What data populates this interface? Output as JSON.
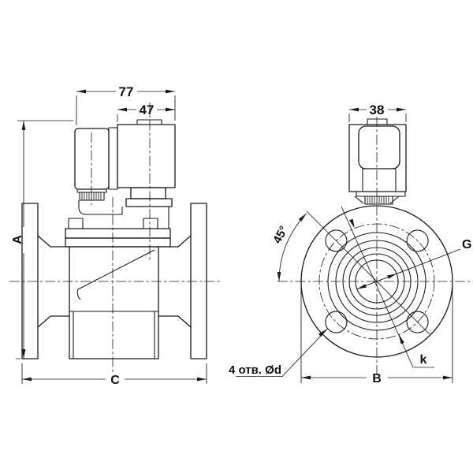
{
  "drawing": {
    "kind": "technical-drawing",
    "subject": "flanged solenoid valve, two orthographic views",
    "colors": {
      "line": "#1a1a1a",
      "background": "#ffffff"
    }
  },
  "views": {
    "side": {
      "dim_width_total": "77",
      "dim_width_coil": "47",
      "dim_height": "A",
      "dim_length": "C"
    },
    "front": {
      "dim_coil_width": "38",
      "dim_flange_od": "B",
      "dim_bolt_circle": "k",
      "dim_port": "G",
      "dim_angle": "45°",
      "dim_holes": "4 отв. Ød"
    }
  }
}
